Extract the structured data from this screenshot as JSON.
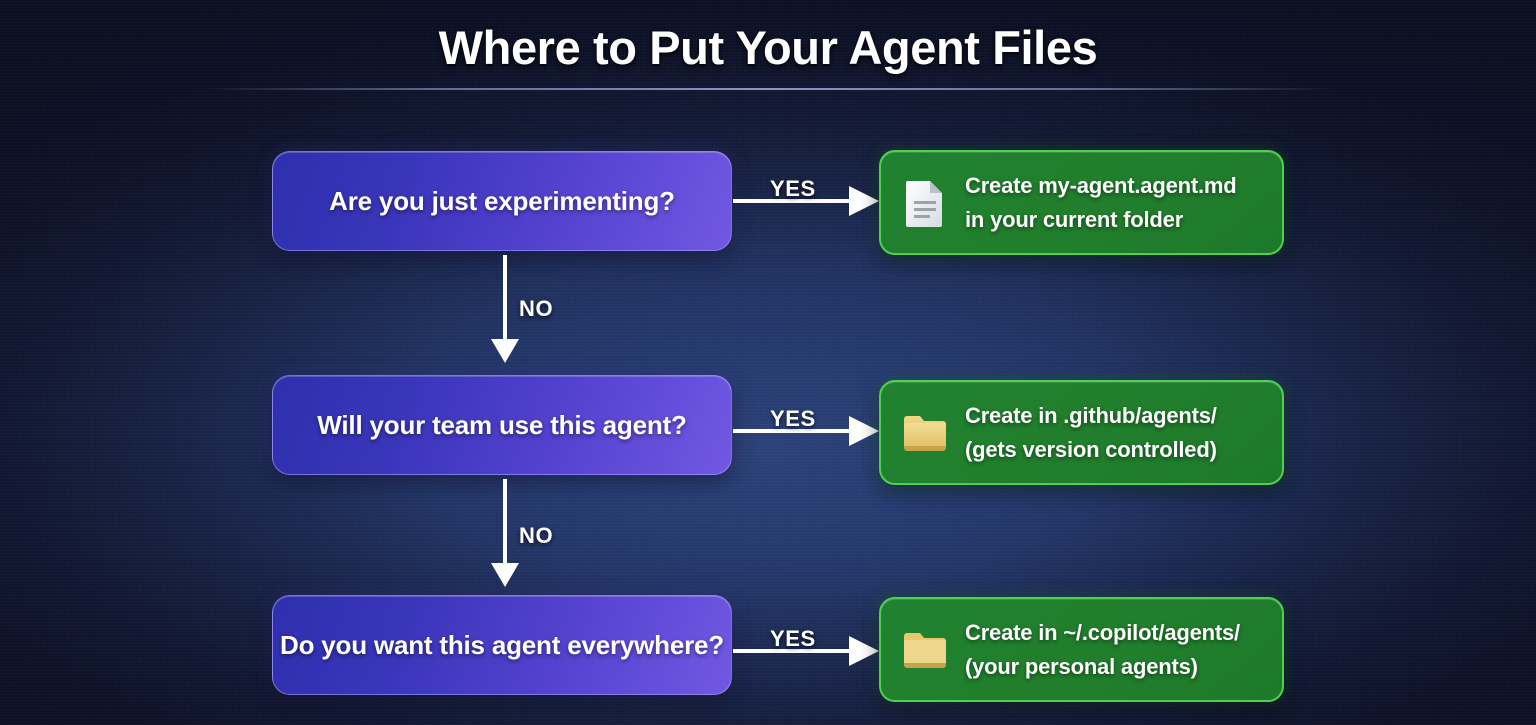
{
  "header": {
    "title": "Where to Put Your Agent Files"
  },
  "colors": {
    "background_dark": "#14143c",
    "background_center": "#253a70",
    "decision_gradient_start": "#2f2fae",
    "decision_gradient_end": "#7158e2",
    "decision_border": "#aaafff",
    "outcome_fill": "#1f8230",
    "outcome_border": "#4fd04f",
    "arrow": "#ffffff",
    "folder_icon": "#e8c86a",
    "document_icon": "#eceff2",
    "title_text": "#ffffff"
  },
  "flow": {
    "rows": [
      {
        "decision": "Are you just experimenting?",
        "yes_label": "YES",
        "no_label": "NO",
        "outcome": {
          "icon": "document-icon",
          "line1": "Create my-agent.agent.md",
          "line2": "in your current folder"
        }
      },
      {
        "decision": "Will your team use this agent?",
        "yes_label": "YES",
        "no_label": "NO",
        "outcome": {
          "icon": "folder-icon",
          "line1": "Create in .github/agents/",
          "line2": "(gets version controlled)"
        }
      },
      {
        "decision": "Do you want this agent everywhere?",
        "yes_label": "YES",
        "no_label": "",
        "outcome": {
          "icon": "folder-icon",
          "line1": "Create in ~/.copilot/agents/",
          "line2": "(your personal agents)"
        }
      }
    ]
  }
}
